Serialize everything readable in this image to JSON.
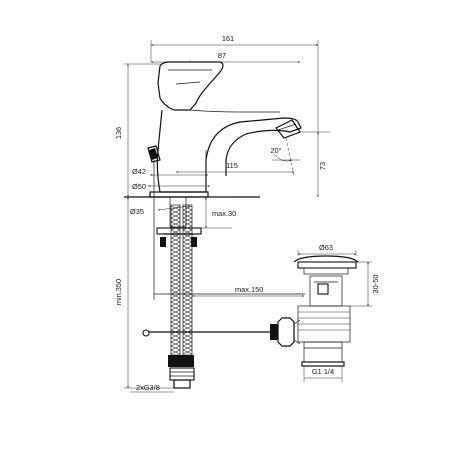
{
  "dimensions": {
    "total_width": "161",
    "spout_reach": "87",
    "height": "136",
    "spout_angle": "20°",
    "spout_height": "73",
    "spout_offset": "115",
    "base_dia_top": "Ø42",
    "base_dia": "Ø50",
    "hole_dia": "Ø35",
    "deck_max": "max.30",
    "hose_length": "min.350",
    "rod_length": "max.150",
    "connection": "2xG3/8",
    "waste_dia": "Ø63",
    "waste_range": "30-50",
    "waste_thread": "G1 1/4"
  }
}
